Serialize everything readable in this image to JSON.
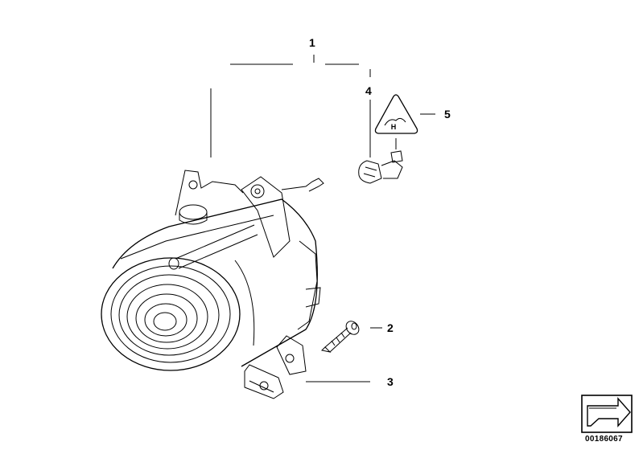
{
  "callouts": {
    "c1": "1",
    "c2": "2",
    "c3": "3",
    "c4": "4",
    "c5": "5"
  },
  "reference_number": "00186067",
  "warning_label_text": "H",
  "icons": {
    "assembly": "fog-lamp-icon",
    "screw": "screw-icon",
    "clip": "clip-nut-icon",
    "bulb": "bulb-icon",
    "label": "warning-label-icon",
    "arrow": "bmw-arrow-icon"
  },
  "colors": {
    "line": "#000000",
    "background": "#ffffff"
  }
}
